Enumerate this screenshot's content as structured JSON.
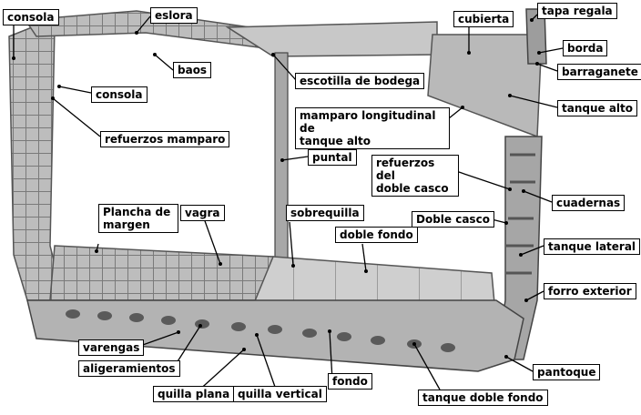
{
  "labels": {
    "consola_top": "consola",
    "eslora": "eslora",
    "baos": "baos",
    "consola_mid": "consola",
    "refuerzos_mamparo": "refuerzos mamparo",
    "escotilla": "escotilla de bodega",
    "cubierta": "cubierta",
    "tapa_regala": "tapa regala",
    "borda": "borda",
    "barraganete": "barraganete",
    "tanque_alto": "tanque alto",
    "mamparo_long_1": "mamparo longitudinal de",
    "mamparo_long_2": "tanque alto",
    "puntal": "puntal",
    "refuerzos_doble_1": "refuerzos del",
    "refuerzos_doble_2": "doble casco",
    "cuadernas": "cuadernas",
    "plancha_1": "Plancha de",
    "plancha_2": "margen",
    "vagra": "vagra",
    "sobrequilla": "sobrequilla",
    "doble_fondo": "doble fondo",
    "doble_casco": "Doble casco",
    "tanque_lateral": "tanque lateral",
    "forro_exterior": "forro exterior",
    "varengas": "varengas",
    "aligeramientos": "aligeramientos",
    "quilla_plana": "quilla plana",
    "quilla_vertical": "quilla vertical",
    "fondo": "fondo",
    "pantoque": "pantoque",
    "tanque_doble_fondo": "tanque doble fondo"
  }
}
